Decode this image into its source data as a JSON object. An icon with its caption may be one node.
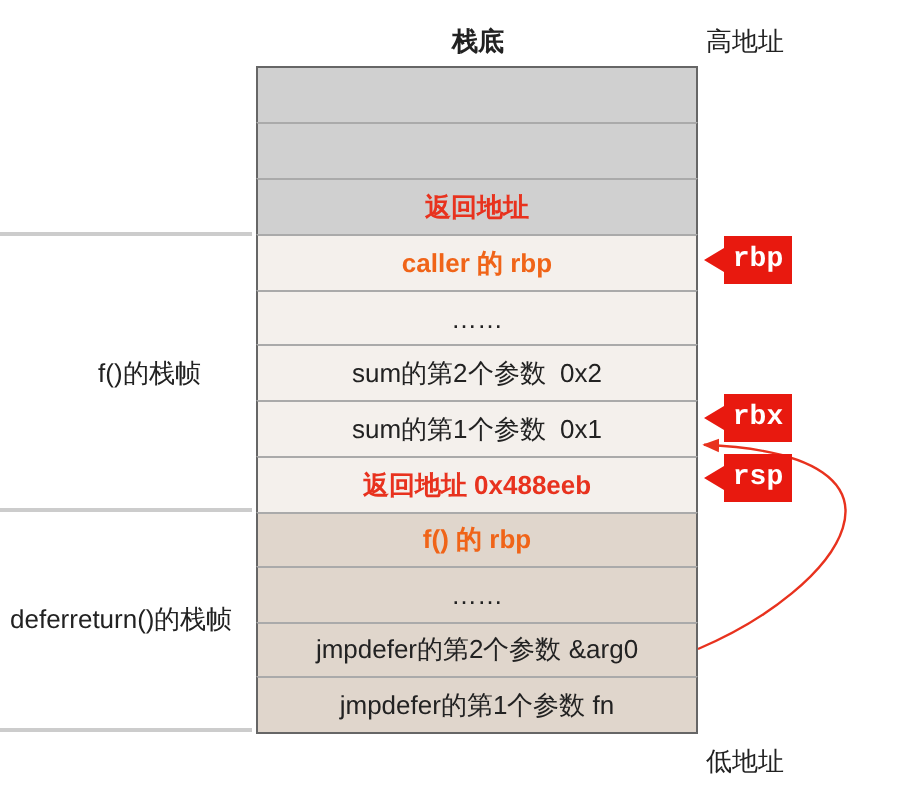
{
  "diagram": {
    "nodes": [
      {
        "text": [],
        "shape": "box"
      },
      {
        "text": [],
        "shape": "box"
      },
      {
        "text": [
          "返回地址"
        ]
      },
      {
        "text": [
          "caller 的 rbp"
        ]
      },
      {
        "text": [
          "……"
        ]
      },
      {
        "text": [
          "sum的第2个参数  0x2"
        ]
      },
      {
        "text": [
          "sum的第1个参数  0x1"
        ]
      },
      {
        "text": [
          "返回地址 0x488eeb"
        ]
      },
      {
        "text": [
          "f() 的 rbp"
        ]
      },
      {
        "text": [
          "……"
        ]
      },
      {
        "text": [
          "jmpdefer的第2个参数 &arg0"
        ]
      },
      {
        "text": [
          "jmpdefer的第1个参数 fn"
        ]
      },
      {
        "text": [
          "rbp"
        ]
      },
      {
        "text": [
          "rbx"
        ]
      },
      {
        "text": [
          "rsp"
        ]
      }
    ],
    "edges": [
      {
        "from": 10,
        "to": 6,
        "arrow": "to",
        "color": "#e8321e"
      }
    ],
    "labels": [
      "栈底",
      "高地址",
      "f()的栈帧",
      "deferreturn()的栈帧",
      "低地址"
    ]
  }
}
